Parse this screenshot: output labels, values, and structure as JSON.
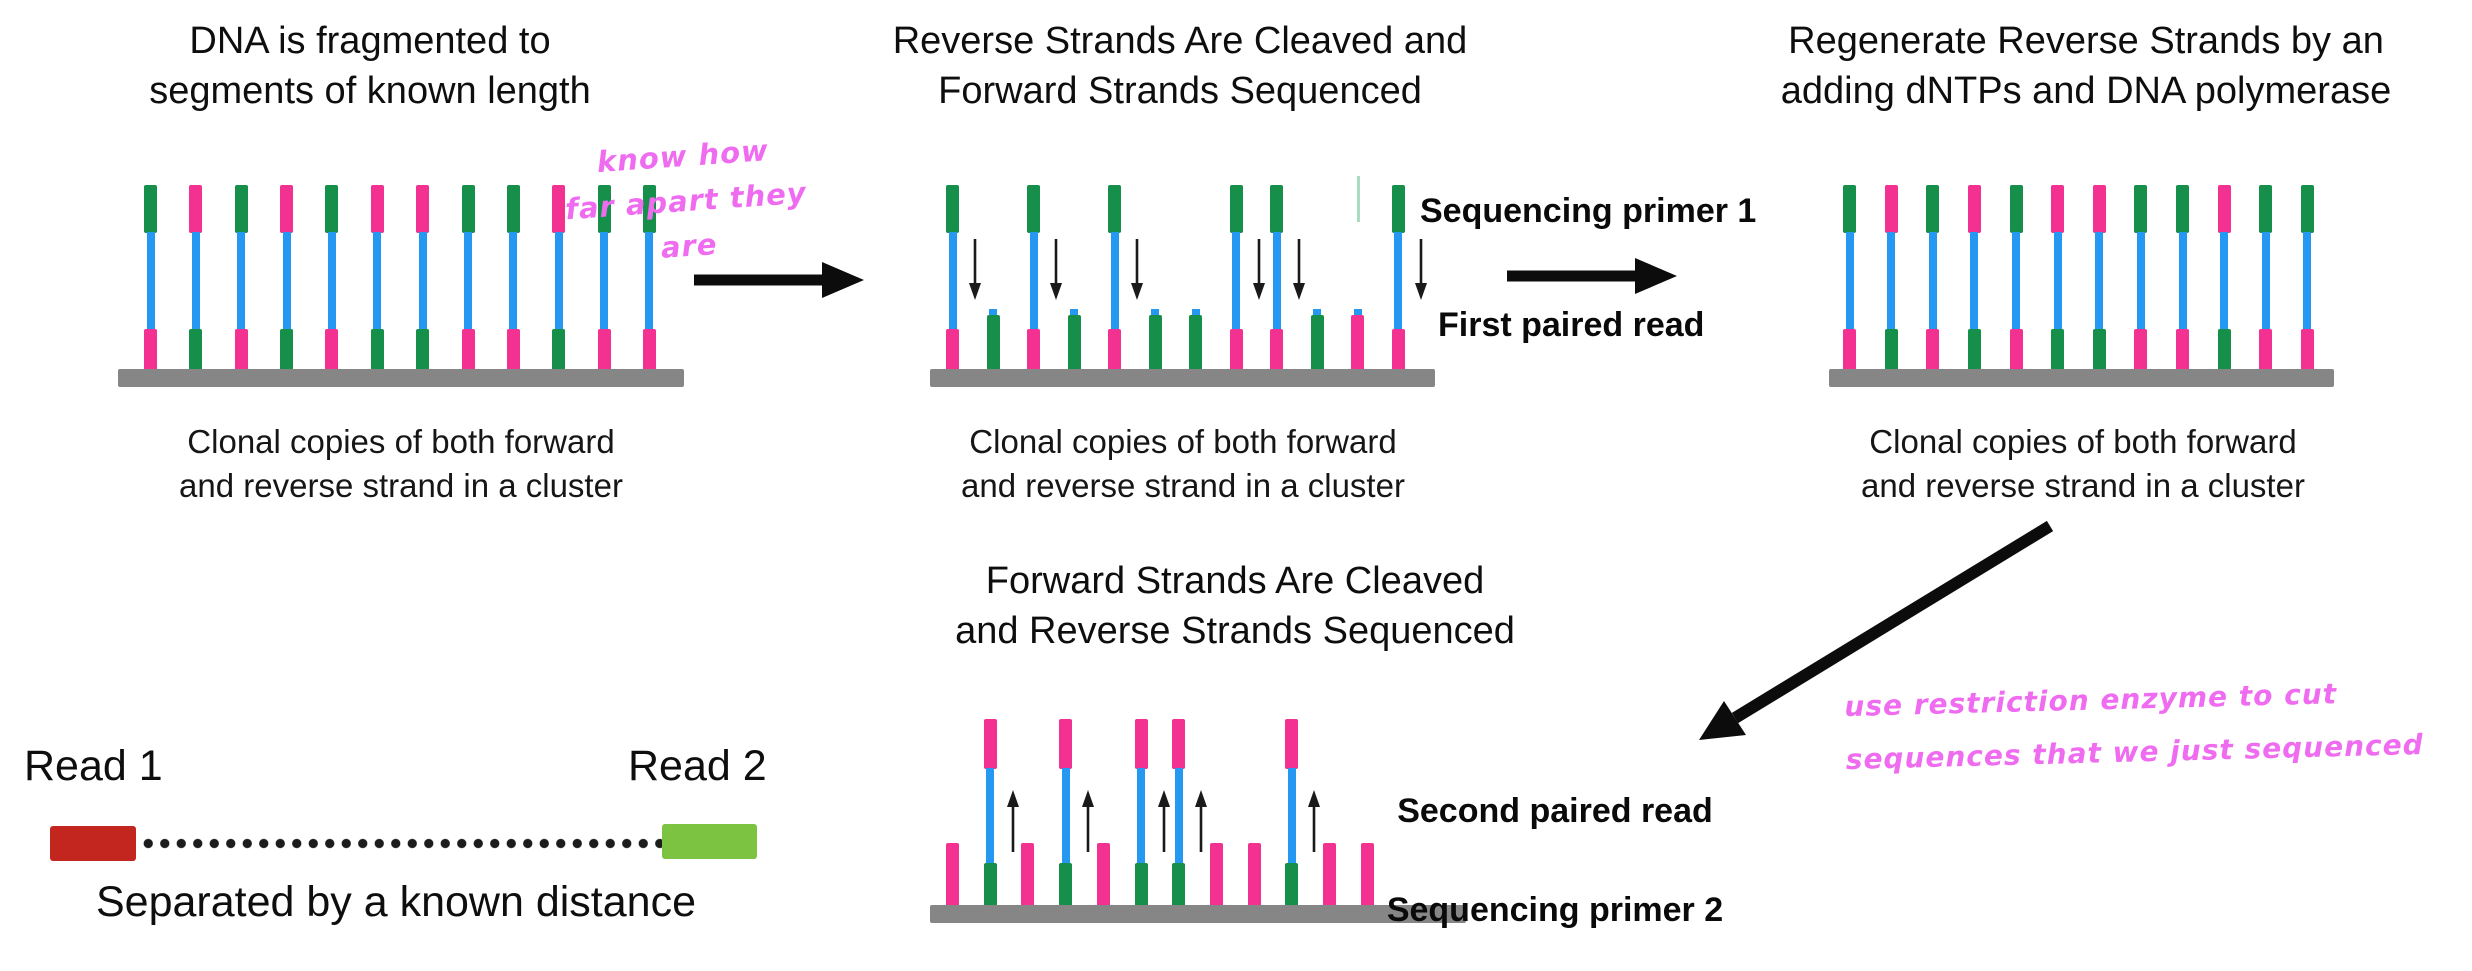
{
  "colors": {
    "green": "#168f4b",
    "pink": "#f23190",
    "blue": "#2598f2",
    "gray": "#868686",
    "red": "#c3261f",
    "light_green": "#7cc342",
    "note_pink": "#ef6cf0",
    "arrow_black": "#1a1a1a"
  },
  "panel1": {
    "title": "DNA is fragmented to\nsegments of known length",
    "caption": "Clonal copies of both forward\nand reverse strand in a cluster",
    "strands": [
      {
        "type": "full",
        "top": "green",
        "bottom": "pink"
      },
      {
        "type": "full",
        "top": "pink",
        "bottom": "green"
      },
      {
        "type": "full",
        "top": "green",
        "bottom": "pink"
      },
      {
        "type": "full",
        "top": "pink",
        "bottom": "green"
      },
      {
        "type": "full",
        "top": "green",
        "bottom": "pink"
      },
      {
        "type": "full",
        "top": "pink",
        "bottom": "green"
      },
      {
        "type": "full",
        "top": "pink",
        "bottom": "green"
      },
      {
        "type": "full",
        "top": "green",
        "bottom": "pink"
      },
      {
        "type": "full",
        "top": "green",
        "bottom": "pink"
      },
      {
        "type": "full",
        "top": "pink",
        "bottom": "green"
      },
      {
        "type": "full",
        "top": "green",
        "bottom": "pink"
      },
      {
        "type": "full",
        "top": "green",
        "bottom": "pink"
      }
    ]
  },
  "panel2": {
    "title": "Reverse Strands Are Cleaved and\nForward Strands Sequenced",
    "caption": "Clonal copies of both forward\nand reverse strand in a cluster",
    "primer_label": "Sequencing primer 1",
    "read_label": "First paired read",
    "slots": [
      {
        "type": "full",
        "top": "green",
        "bottom": "pink",
        "arrow": "down"
      },
      {
        "type": "stub",
        "color": "green",
        "tip": true
      },
      {
        "type": "full",
        "top": "green",
        "bottom": "pink",
        "arrow": "down"
      },
      {
        "type": "stub",
        "color": "green",
        "tip": true
      },
      {
        "type": "full",
        "top": "green",
        "bottom": "pink",
        "arrow": "down"
      },
      {
        "type": "stub",
        "color": "green",
        "tip": true
      },
      {
        "type": "stub",
        "color": "green",
        "tip": true
      },
      {
        "type": "full",
        "top": "green",
        "bottom": "pink",
        "arrow": "down"
      },
      {
        "type": "full",
        "top": "green",
        "bottom": "pink",
        "arrow": "down"
      },
      {
        "type": "stub",
        "color": "green",
        "tip": true
      },
      {
        "type": "stub",
        "color": "pink",
        "tip": true
      },
      {
        "type": "full",
        "top": "green",
        "bottom": "pink",
        "arrow": "down"
      }
    ]
  },
  "panel3": {
    "title": "Regenerate Reverse Strands by an\nadding dNTPs and DNA polymerase",
    "caption": "Clonal copies of both forward\nand reverse strand in a cluster",
    "strands": [
      {
        "type": "full",
        "top": "green",
        "bottom": "pink"
      },
      {
        "type": "full",
        "top": "pink",
        "bottom": "green"
      },
      {
        "type": "full",
        "top": "green",
        "bottom": "pink"
      },
      {
        "type": "full",
        "top": "pink",
        "bottom": "green"
      },
      {
        "type": "full",
        "top": "green",
        "bottom": "pink"
      },
      {
        "type": "full",
        "top": "pink",
        "bottom": "green"
      },
      {
        "type": "full",
        "top": "pink",
        "bottom": "green"
      },
      {
        "type": "full",
        "top": "green",
        "bottom": "pink"
      },
      {
        "type": "full",
        "top": "green",
        "bottom": "pink"
      },
      {
        "type": "full",
        "top": "pink",
        "bottom": "green"
      },
      {
        "type": "full",
        "top": "green",
        "bottom": "pink"
      },
      {
        "type": "full",
        "top": "green",
        "bottom": "pink"
      }
    ]
  },
  "panel4": {
    "title": "Forward Strands Are Cleaved\nand Reverse Strands Sequenced",
    "read_label": "Second paired read",
    "primer_label": "Sequencing primer 2",
    "slots": [
      {
        "type": "stub",
        "color": "pink"
      },
      {
        "type": "full",
        "top": "pink",
        "bottom": "green",
        "arrow": "up"
      },
      {
        "type": "stub",
        "color": "pink"
      },
      {
        "type": "full",
        "top": "pink",
        "bottom": "green",
        "arrow": "up"
      },
      {
        "type": "stub",
        "color": "pink"
      },
      {
        "type": "full",
        "top": "pink",
        "bottom": "green",
        "arrow": "up"
      },
      {
        "type": "full",
        "top": "pink",
        "bottom": "green",
        "arrow": "up"
      },
      {
        "type": "stub",
        "color": "pink"
      },
      {
        "type": "stub",
        "color": "pink"
      },
      {
        "type": "full",
        "top": "pink",
        "bottom": "green",
        "arrow": "up"
      },
      {
        "type": "stub",
        "color": "pink"
      },
      {
        "type": "stub",
        "color": "pink"
      }
    ]
  },
  "notes": {
    "note1": "know how\nfar apart they\nare",
    "note2": "use restriction enzyme to cut\nsequences that we just sequenced"
  },
  "read_diagram": {
    "read1": "Read 1",
    "read2": "Read 2",
    "caption": "Separated by a known distance"
  }
}
